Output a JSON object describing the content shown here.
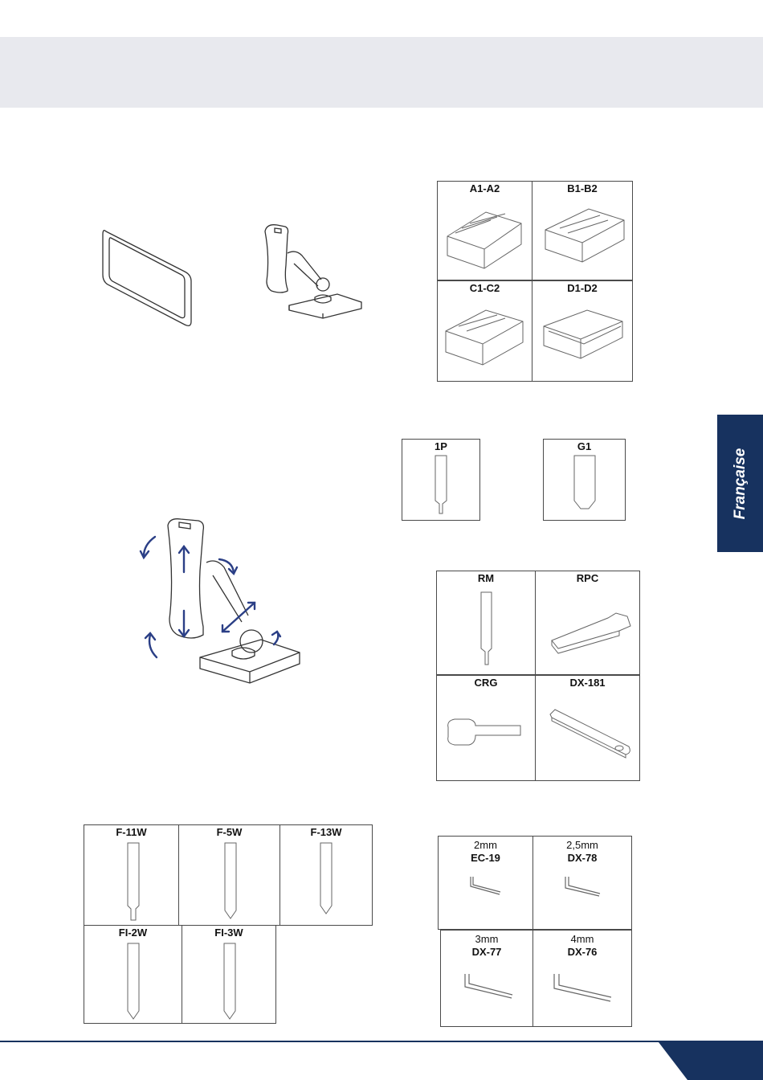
{
  "side_tab": {
    "label": "Française"
  },
  "jaws": [
    {
      "label": "A1-A2"
    },
    {
      "label": "B1-B2"
    },
    {
      "label": "C1-C2"
    },
    {
      "label": "D1-D2"
    }
  ],
  "tracers_small": [
    {
      "label": "1P"
    },
    {
      "label": "G1"
    }
  ],
  "tools": [
    {
      "label": "RM"
    },
    {
      "label": "RPC"
    },
    {
      "label": "CRG"
    },
    {
      "label": "DX-181"
    }
  ],
  "cutters": [
    {
      "label": "F-11W"
    },
    {
      "label": "F-5W"
    },
    {
      "label": "F-13W"
    },
    {
      "label": "FI-2W"
    },
    {
      "label": "FI-3W"
    }
  ],
  "hex_keys": [
    {
      "size": "2mm",
      "code": "EC-19"
    },
    {
      "size": "2,5mm",
      "code": "DX-78"
    },
    {
      "size": "3mm",
      "code": "DX-77"
    },
    {
      "size": "4mm",
      "code": "DX-76"
    }
  ],
  "colors": {
    "navy": "#17325f",
    "header_band": "#e8e9ee",
    "arrow_blue": "#2b3f86"
  }
}
